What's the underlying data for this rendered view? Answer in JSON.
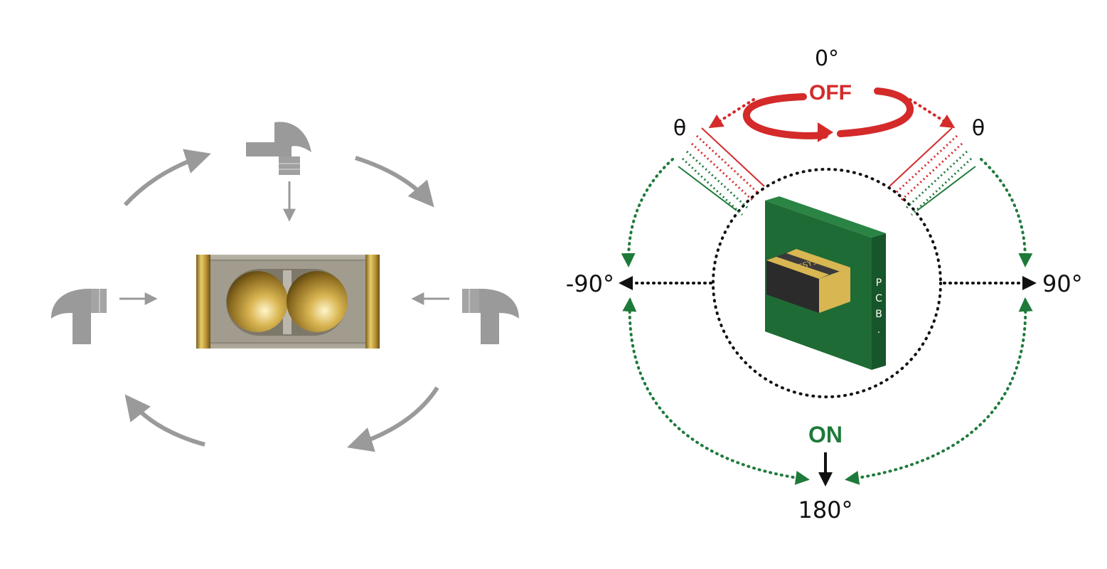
{
  "colors": {
    "gray": "#9a9a9a",
    "off_red": "#d42a2a",
    "on_green": "#1e7a3a",
    "pcb_green": "#1f6b35",
    "gold": "#c9a646",
    "black": "#111111"
  },
  "icons": {
    "hammer": "hammer-icon",
    "sensor": "ball-tilt-sensor-icon",
    "chip": "smd-chip-icon"
  },
  "diagram": {
    "angle_top": "0°",
    "angle_left": "-90°",
    "angle_right": "90°",
    "angle_bottom": "180°",
    "off_label": "OFF",
    "on_label": "ON",
    "theta_left": "θ",
    "theta_right": "θ",
    "chip_marking": "CSY90",
    "pcb_letters": [
      "P",
      "C",
      "B",
      "."
    ]
  }
}
